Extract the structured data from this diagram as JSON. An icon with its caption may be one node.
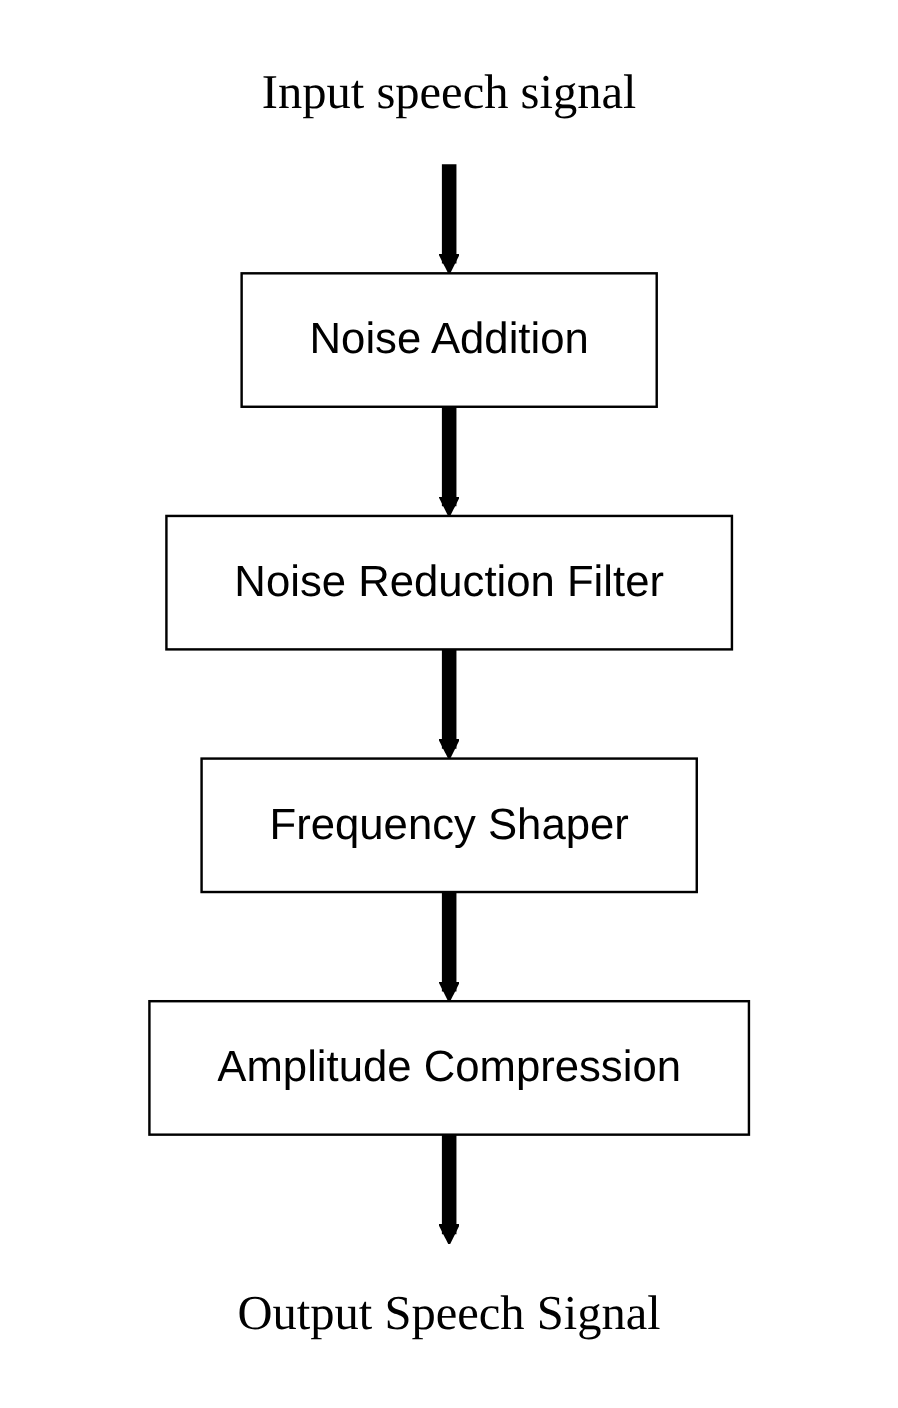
{
  "diagram": {
    "nodes": [
      {
        "text": [
          "Input speech signal"
        ]
      },
      {
        "text": [
          "Noise Addition"
        ]
      },
      {
        "text": [
          "Noise Reduction Filter"
        ]
      },
      {
        "text": [
          "Frequency Shaper"
        ]
      },
      {
        "text": [
          "Amplitude Compression"
        ]
      },
      {
        "text": [
          "Output Speech Signal"
        ]
      }
    ],
    "edges": [
      {
        "from": 0,
        "to": 1,
        "arrow": "to"
      },
      {
        "from": 1,
        "to": 2,
        "arrow": "to"
      },
      {
        "from": 2,
        "to": 3,
        "arrow": "to"
      },
      {
        "from": 3,
        "to": 4,
        "arrow": "to"
      },
      {
        "from": 4,
        "to": 5,
        "arrow": "to"
      }
    ]
  }
}
